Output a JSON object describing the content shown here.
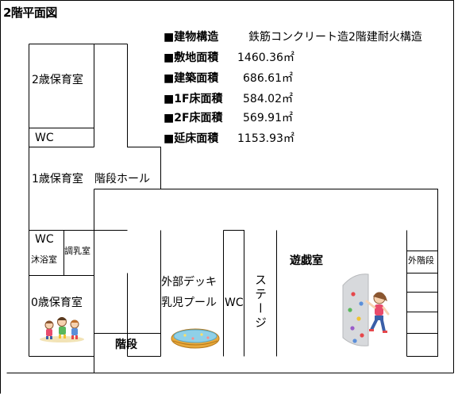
{
  "title": "2階平面図",
  "specs": [
    {
      "label": "■建物構造",
      "value": "鉄筋コンクリート造2階建耐火構造"
    },
    {
      "label": "■敷地面積",
      "value": "1460.36㎡"
    },
    {
      "label": "■建築面積",
      "value": "686.61㎡"
    },
    {
      "label": "■1F床面積",
      "value": "584.02㎡"
    },
    {
      "label": "■2F床面積",
      "value": "569.91㎡"
    },
    {
      "label": "■延床面積",
      "value": "1153.93㎡"
    }
  ],
  "rooms": {
    "age2": "2歳保育室",
    "wc_top": "WC",
    "age1": "1歳保育室",
    "stair_hall": "階段ホール",
    "wc_left": "WC",
    "bath": "沐浴室",
    "milk": "調乳室",
    "age0": "0歳保育室",
    "stairs": "階段",
    "deck": "外部デッキ",
    "pool": "乳児プール",
    "wc_mid": "WC",
    "stage": "ステージ",
    "playroom": "遊戯室",
    "outer_stairs": "外階段"
  },
  "colors": {
    "line": "#000000",
    "pool_water": "#8fd0e8",
    "pool_rim": "#e8a93c",
    "wall_grey": "#d7d9dc",
    "hold_colors": [
      "#e6474b",
      "#5b8fd9",
      "#58b85a",
      "#f0c232",
      "#9a5cc9"
    ],
    "shirt": "#e84b6b",
    "pants": "#3a5fa8",
    "hair": "#8a5630",
    "skin": "#f6d2b0"
  }
}
